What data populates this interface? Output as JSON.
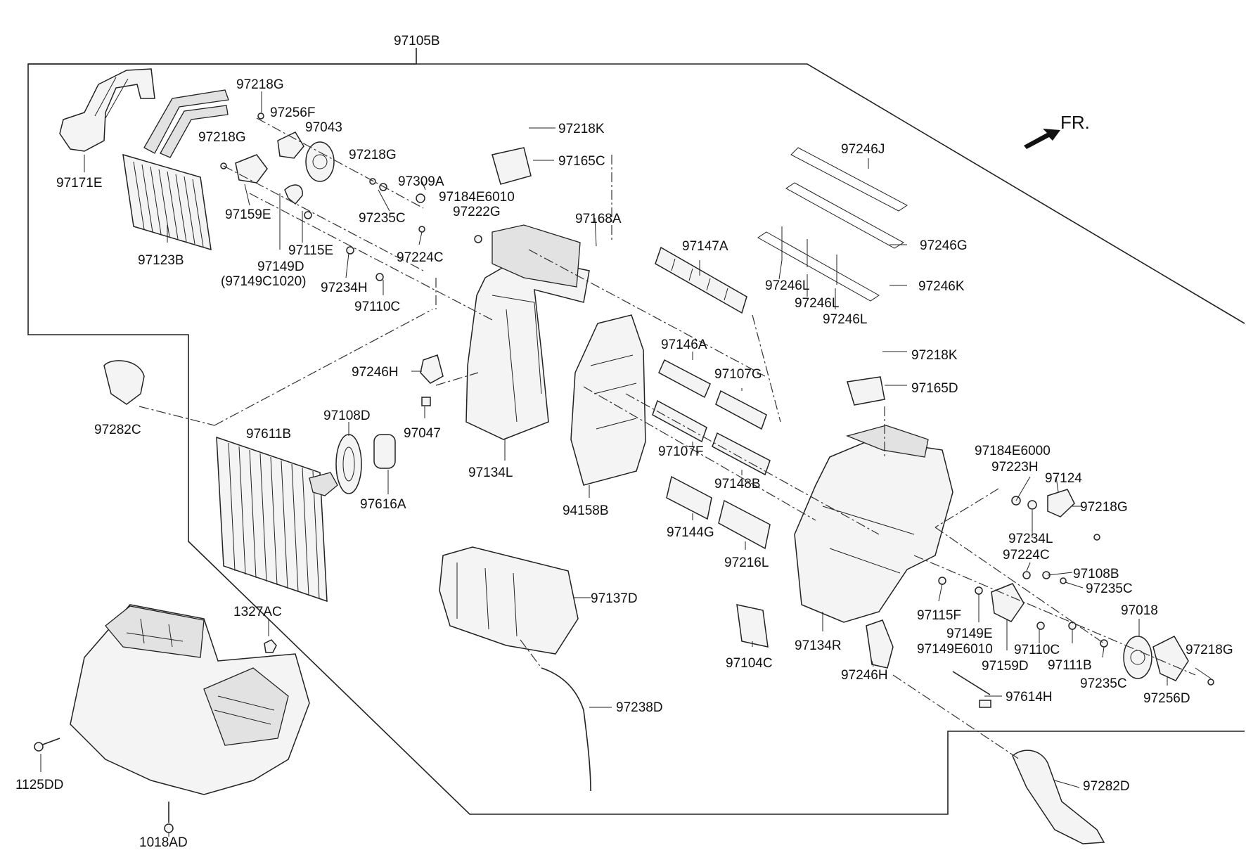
{
  "diagram": {
    "direction_label": "FR.",
    "parts": [
      {
        "id": "main-assembly",
        "label": "97105B"
      },
      {
        "id": "inlet-outlet-pipe",
        "label": "97218G"
      },
      {
        "id": "actuator-upper",
        "label": "97256F"
      },
      {
        "id": "actuator-gear",
        "label": "97043"
      },
      {
        "id": "screw-left",
        "label": "97218G"
      },
      {
        "id": "heater-pipe",
        "label": "97171E"
      },
      {
        "id": "screw-mid",
        "label": "97218G"
      },
      {
        "id": "lever-a",
        "label": "97309A"
      },
      {
        "id": "link-a",
        "label": "97235C"
      },
      {
        "id": "actuator-left",
        "label": "97159E"
      },
      {
        "id": "clip-a",
        "label": "97115E"
      },
      {
        "id": "cam-d",
        "label": "97149D"
      },
      {
        "id": "cam-d-alt",
        "label": "(97149C1020)"
      },
      {
        "id": "heater-core",
        "label": "97123B"
      },
      {
        "id": "lever-h",
        "label": "97234H"
      },
      {
        "id": "link-c",
        "label": "97110C"
      },
      {
        "id": "lever-c",
        "label": "97224C"
      },
      {
        "id": "screw-top",
        "label": "97218K"
      },
      {
        "id": "cover-c",
        "label": "97165C"
      },
      {
        "id": "seal-a",
        "label": "97184E6010"
      },
      {
        "id": "seal-b",
        "label": "97222G"
      },
      {
        "id": "bracket-a",
        "label": "97168A"
      },
      {
        "id": "door-a",
        "label": "97147A"
      },
      {
        "id": "filter-j",
        "label": "97246J"
      },
      {
        "id": "filter-g",
        "label": "97246G"
      },
      {
        "id": "filter-l1",
        "label": "97246L"
      },
      {
        "id": "filter-l2",
        "label": "97246L"
      },
      {
        "id": "filter-l3",
        "label": "97246L"
      },
      {
        "id": "filter-k",
        "label": "97246K"
      },
      {
        "id": "duct-c",
        "label": "97282C"
      },
      {
        "id": "gasket-h",
        "label": "97246H"
      },
      {
        "id": "grommet",
        "label": "97047"
      },
      {
        "id": "evaporator",
        "label": "97611B"
      },
      {
        "id": "seal-d",
        "label": "97108D"
      },
      {
        "id": "seal-e",
        "label": "97616A"
      },
      {
        "id": "case-left",
        "label": "97134L"
      },
      {
        "id": "door-146",
        "label": "97146A"
      },
      {
        "id": "door-107g",
        "label": "97107G"
      },
      {
        "id": "door-107f",
        "label": "97107F"
      },
      {
        "id": "door-148b",
        "label": "97148B"
      },
      {
        "id": "door-144g",
        "label": "97144G"
      },
      {
        "id": "door-216l",
        "label": "97216L"
      },
      {
        "id": "case-mid",
        "label": "94158B"
      },
      {
        "id": "screw-right",
        "label": "97218K"
      },
      {
        "id": "cover-d",
        "label": "97165D"
      },
      {
        "id": "seal-6000",
        "label": "97184E6000"
      },
      {
        "id": "seal-h",
        "label": "97223H"
      },
      {
        "id": "actuator-124",
        "label": "97124"
      },
      {
        "id": "screw-r2",
        "label": "97218G"
      },
      {
        "id": "lever-l",
        "label": "97234L"
      },
      {
        "id": "lever-c2",
        "label": "97224C"
      },
      {
        "id": "seal-b2",
        "label": "97108B"
      },
      {
        "id": "link-c2",
        "label": "97235C"
      },
      {
        "id": "actuator-018",
        "label": "97018"
      },
      {
        "id": "lower-case",
        "label": "97137D"
      },
      {
        "id": "gasket-c",
        "label": "97104C"
      },
      {
        "id": "case-right",
        "label": "97134R"
      },
      {
        "id": "gasket-h2",
        "label": "97246H"
      },
      {
        "id": "clip-f",
        "label": "97115F"
      },
      {
        "id": "cam-e",
        "label": "97149E"
      },
      {
        "id": "cam-e-alt",
        "label": "97149E6010"
      },
      {
        "id": "actuator-d",
        "label": "97159D"
      },
      {
        "id": "link-c3",
        "label": "97110C"
      },
      {
        "id": "lever-b",
        "label": "97111B"
      },
      {
        "id": "link-c4",
        "label": "97235C"
      },
      {
        "id": "screw-r3",
        "label": "97218G"
      },
      {
        "id": "actuator-256d",
        "label": "97256D"
      },
      {
        "id": "sensor",
        "label": "97614H"
      },
      {
        "id": "nut",
        "label": "1327AC"
      },
      {
        "id": "drain-hose",
        "label": "97238D"
      },
      {
        "id": "bolt-a",
        "label": "1125DD"
      },
      {
        "id": "bolt-b",
        "label": "1018AD"
      },
      {
        "id": "duct-d",
        "label": "97282D"
      }
    ]
  }
}
